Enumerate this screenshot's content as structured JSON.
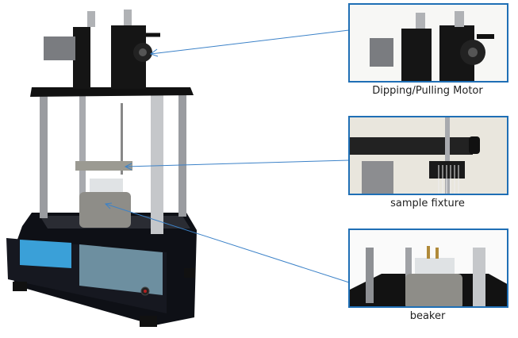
{
  "diagram": {
    "subject": "dip coater apparatus",
    "callouts": [
      {
        "label": "Dipping/Pulling Motor",
        "target": "motor"
      },
      {
        "label": "sample fixture",
        "target": "fixture"
      },
      {
        "label": "beaker",
        "target": "beaker"
      }
    ],
    "colors": {
      "callout_border": "#1f6fb5",
      "arrow": "#3c82c8",
      "machine_body": "#0e1016",
      "lcd_screen": "#3aa0d8",
      "touch_panel": "#6d8fa0"
    }
  }
}
